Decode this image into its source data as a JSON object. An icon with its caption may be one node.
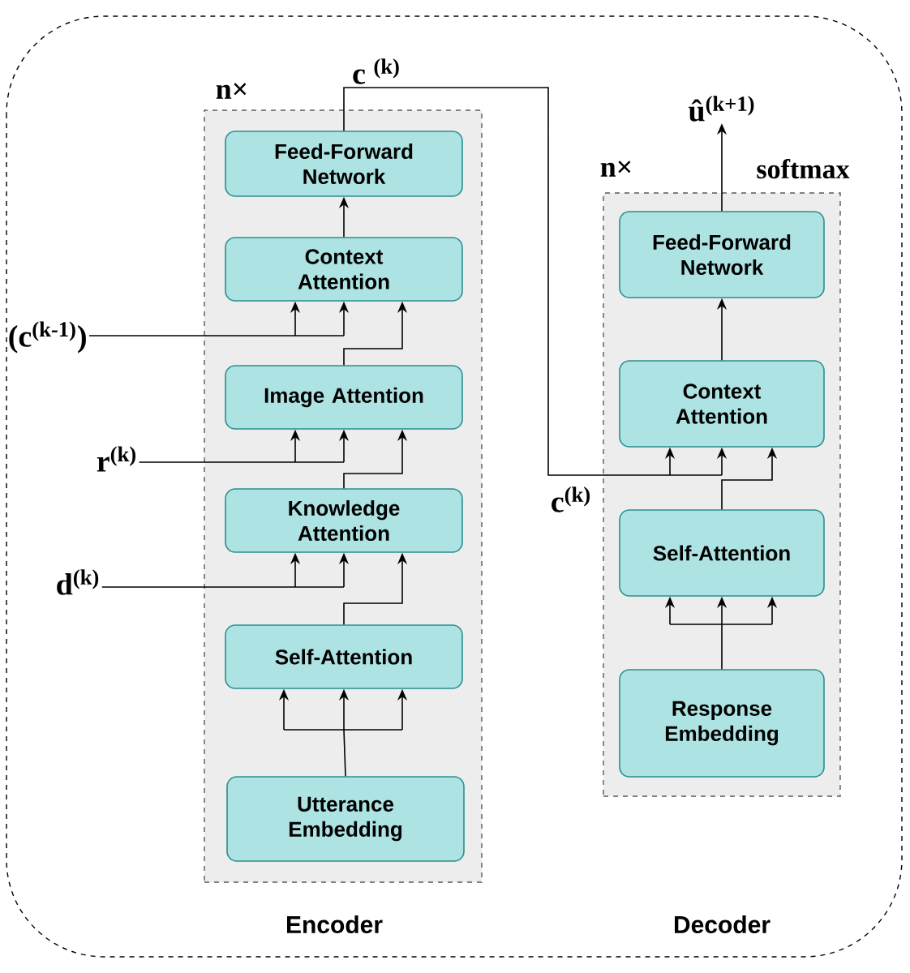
{
  "diagram": {
    "nodes": [
      {
        "text": [
          "n×",
          "Encoder"
        ]
      },
      {
        "text": [
          "Feed-Forward Network"
        ],
        "in": 0
      },
      {
        "text": [
          "Context Attention"
        ],
        "in": 0
      },
      {
        "text": [
          "Image Attention"
        ],
        "in": 0
      },
      {
        "text": [
          "Knowledge Attention"
        ],
        "in": 0
      },
      {
        "text": [
          "Self-Attention"
        ],
        "in": 0
      },
      {
        "text": [
          "Utterance Embedding"
        ],
        "in": 0
      },
      {
        "text": [
          "n×",
          "Decoder"
        ]
      },
      {
        "text": [
          "Feed-Forward Network"
        ],
        "in": 7
      },
      {
        "text": [
          "Context Attention"
        ],
        "in": 7
      },
      {
        "text": [
          "Self-Attention"
        ],
        "in": 7
      },
      {
        "text": [
          "Response Embedding"
        ],
        "in": 7
      },
      {
        "text": [
          "(c$^{(k-1)}$)"
        ]
      },
      {
        "text": [
          "r$^{(k)}$"
        ]
      },
      {
        "text": [
          "d$^{(k)}$"
        ]
      },
      {
        "text": [
          "û$^{(k+1)}$"
        ]
      }
    ],
    "edges": [
      {
        "from": 6,
        "to": 5,
        "arrow": "to"
      },
      {
        "from": 5,
        "to": 4,
        "arrow": "to"
      },
      {
        "from": 14,
        "to": 4,
        "arrow": "to"
      },
      {
        "from": 4,
        "to": 3,
        "arrow": "to"
      },
      {
        "from": 13,
        "to": 3,
        "arrow": "to"
      },
      {
        "from": 3,
        "to": 2,
        "arrow": "to"
      },
      {
        "from": 12,
        "to": 2,
        "arrow": "to"
      },
      {
        "from": 2,
        "to": 1,
        "arrow": "to"
      },
      {
        "from": 1,
        "to": 9,
        "arrow": "to",
        "label": "c $^{(k)}$"
      },
      {
        "from": 11,
        "to": 10,
        "arrow": "to"
      },
      {
        "from": 10,
        "to": 9,
        "arrow": "to"
      },
      {
        "from": 9,
        "to": 8,
        "arrow": "to"
      },
      {
        "from": 8,
        "to": 15,
        "arrow": "to",
        "label": "softmax"
      }
    ],
    "labels": [
      "c$^{(k)}$"
    ]
  }
}
